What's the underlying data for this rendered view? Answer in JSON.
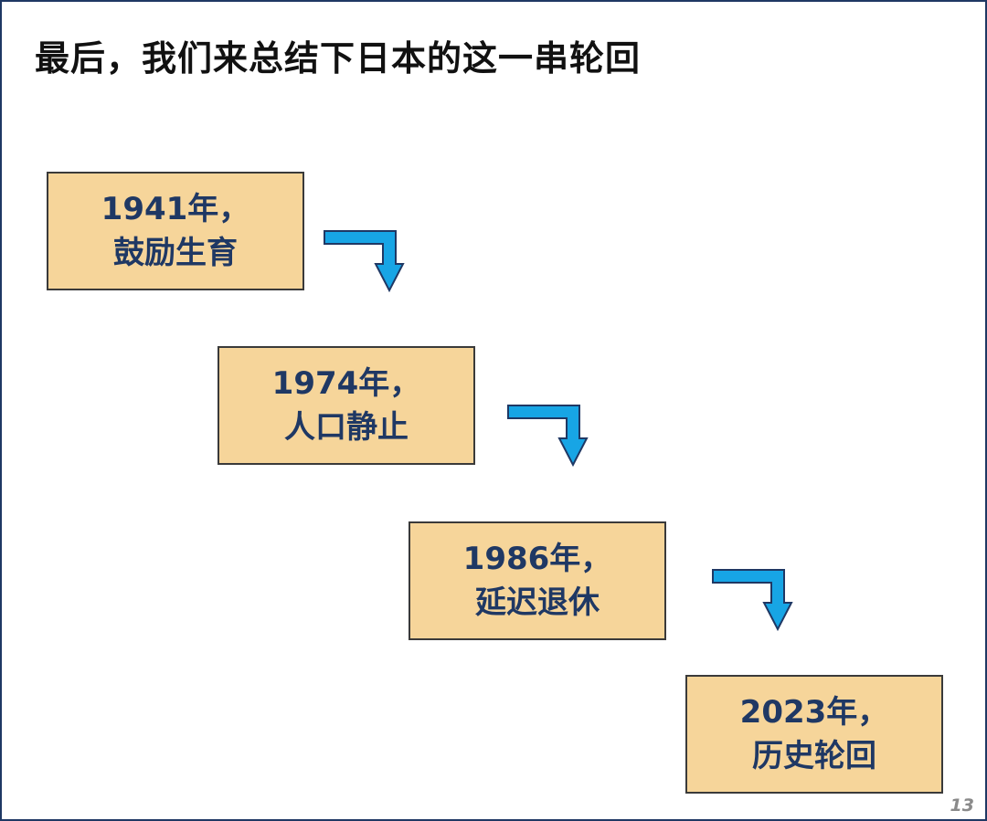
{
  "slide": {
    "title": "最后，我们来总结下日本的这一串轮回",
    "page_number": "13"
  },
  "timeline": {
    "steps": [
      {
        "year": "1941年，",
        "event": "鼓励生育"
      },
      {
        "year": "1974年，",
        "event": "人口静止"
      },
      {
        "year": "1986年，",
        "event": "延迟退休"
      },
      {
        "year": "2023年，",
        "event": "历史轮回"
      }
    ]
  },
  "colors": {
    "box_fill": "#f6d59a",
    "box_border": "#3a3a3a",
    "box_text": "#1f3864",
    "arrow_fill": "#17a5e5",
    "arrow_stroke": "#1f3864",
    "slide_border": "#1f3864"
  }
}
